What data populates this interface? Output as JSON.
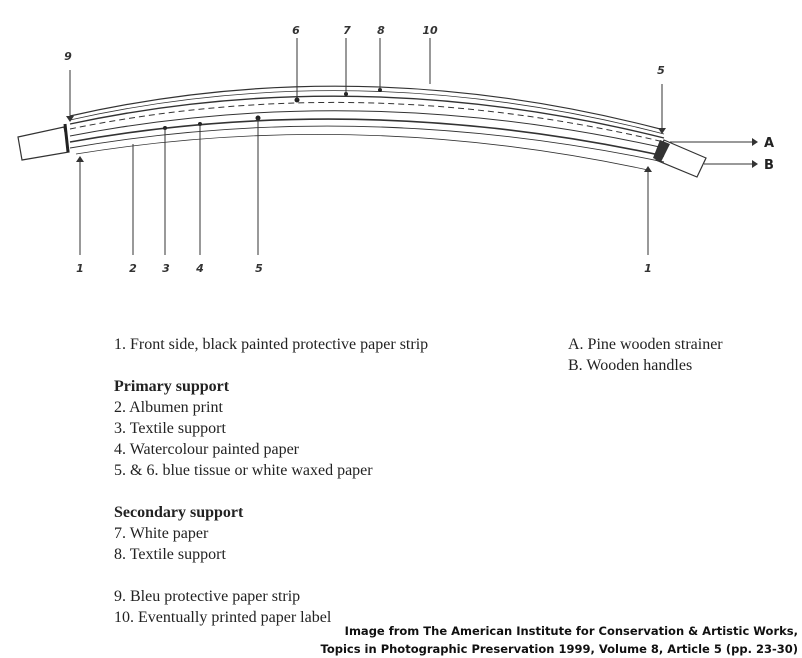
{
  "diagram": {
    "top_labels": [
      "9",
      "6",
      "7",
      "8",
      "10",
      "5"
    ],
    "bottom_labels": [
      "1",
      "2",
      "3",
      "4",
      "5",
      "1"
    ],
    "letter_labels": [
      "A",
      "B"
    ]
  },
  "legend": {
    "item1": "1. Front side, black painted protective paper strip",
    "primary_heading": "Primary support",
    "primary_items": [
      "2. Albumen print",
      "3. Textile support",
      "4. Watercolour painted paper",
      "5. & 6.  blue tissue or white waxed paper"
    ],
    "secondary_heading": "Secondary support",
    "secondary_items": [
      "7. White paper",
      "8. Textile support"
    ],
    "item9": "9. Bleu protective paper strip",
    "item10": "10. Eventually printed paper label",
    "letters": [
      "A. Pine wooden strainer",
      "B. Wooden handles"
    ]
  },
  "credit": {
    "line1": "Image from The American Institute for Conservation & Artistic Works,",
    "line2": "Topics in Photographic Preservation 1999, Volume 8, Article 5 (pp. 23-30)"
  }
}
